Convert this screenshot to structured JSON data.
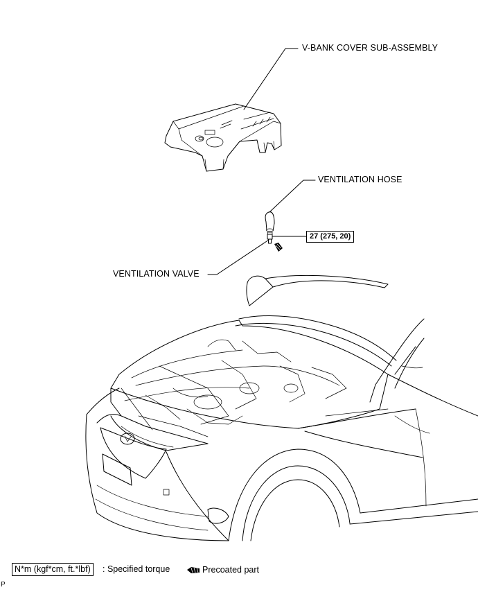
{
  "labels": {
    "vbank_cover": "V-BANK COVER SUB-ASSEMBLY",
    "ventilation_hose": "VENTILATION HOSE",
    "ventilation_valve": "VENTILATION VALVE",
    "torque_value": "27 (275, 20)"
  },
  "legend": {
    "torque_unit": "N*m (kgf*cm, ft.*lbf)",
    "torque_desc": ": Specified torque",
    "precoated_desc": "Precoated part"
  },
  "corner_code": "P"
}
